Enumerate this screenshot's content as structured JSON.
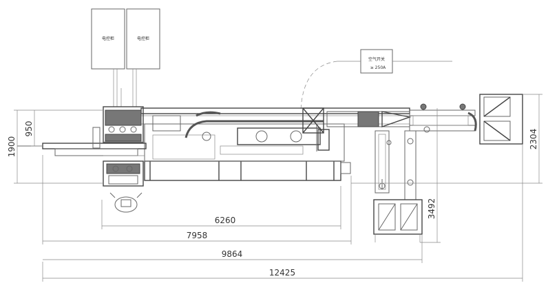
{
  "cabinets": {
    "left_label": "电控柜",
    "right_label": "电控柜"
  },
  "power_box": {
    "title": "空气开关",
    "rating": "≥ 250A"
  },
  "dimensions": {
    "d950": "950",
    "d1900": "1900",
    "d2304": "2304",
    "d3492": "3492",
    "d6260": "6260",
    "d7958": "7958",
    "d9864": "9864",
    "d12425": "12425"
  }
}
